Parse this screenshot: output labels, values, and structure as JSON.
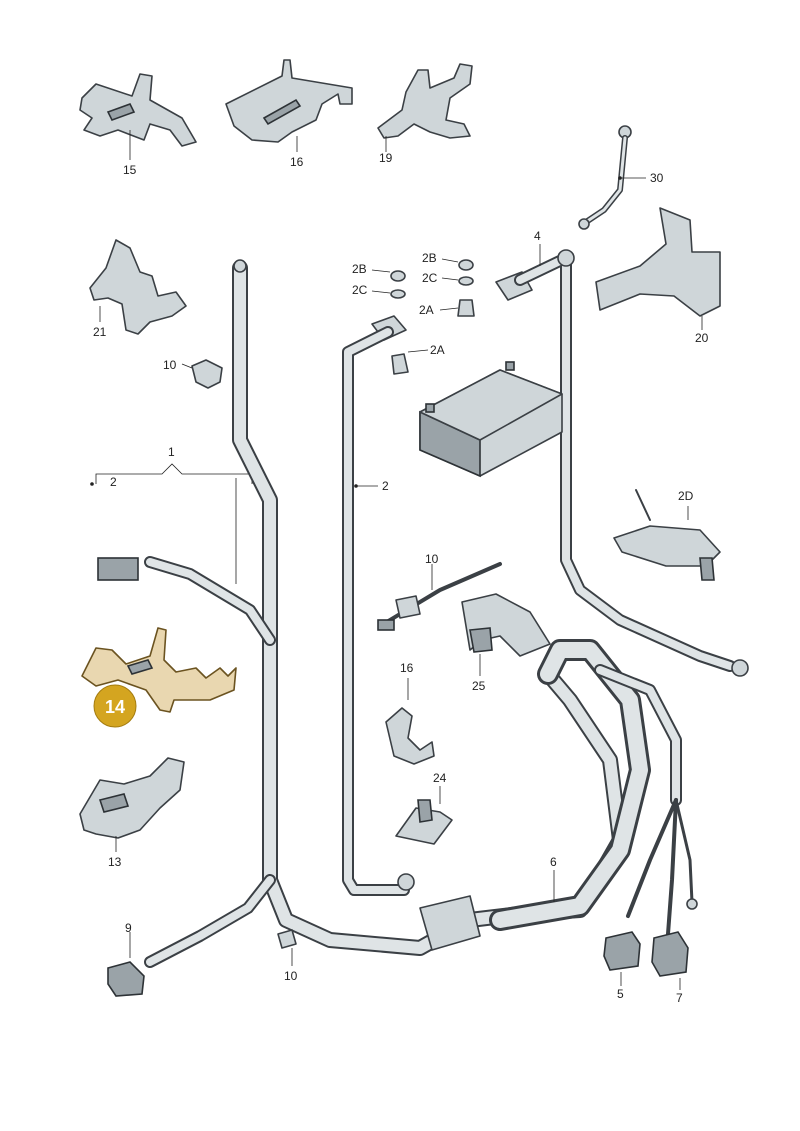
{
  "colors": {
    "line": "#3b4045",
    "part_fill": "#cfd6d9",
    "highlight_badge": "#d4a520",
    "highlight_part": "#e9d7b0",
    "badge_text": "#ffffff"
  },
  "labels": {
    "p15": "15",
    "p16a": "16",
    "p19": "19",
    "p30": "30",
    "p4": "4",
    "p2B_1": "2B",
    "p2C_1": "2C",
    "p2B_2": "2B",
    "p2C_2": "2C",
    "p2A_1": "2A",
    "p2A_2": "2A",
    "p21": "21",
    "p20": "20",
    "p10_a": "10",
    "p1": "1",
    "p2_a": "2",
    "p2_b": "2",
    "p2D": "2D",
    "p10_b": "10",
    "p16b": "16",
    "p25": "25",
    "p13": "13",
    "p24": "24",
    "p6": "6",
    "p9": "9",
    "p10_c": "10",
    "p5": "5",
    "p7": "7"
  },
  "highlight": {
    "label": "14"
  }
}
